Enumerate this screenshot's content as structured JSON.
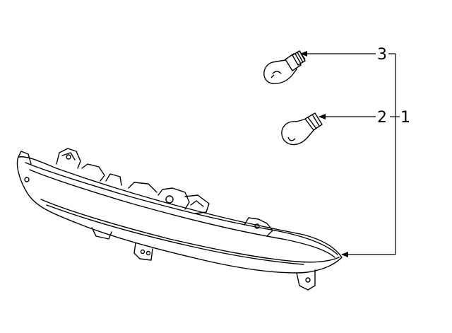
{
  "diagram": {
    "callouts": [
      {
        "id": "3",
        "label": "3"
      },
      {
        "id": "2",
        "label": "2"
      },
      {
        "id": "1",
        "label": "1"
      }
    ],
    "line_color": "#000000",
    "background": "#ffffff"
  }
}
